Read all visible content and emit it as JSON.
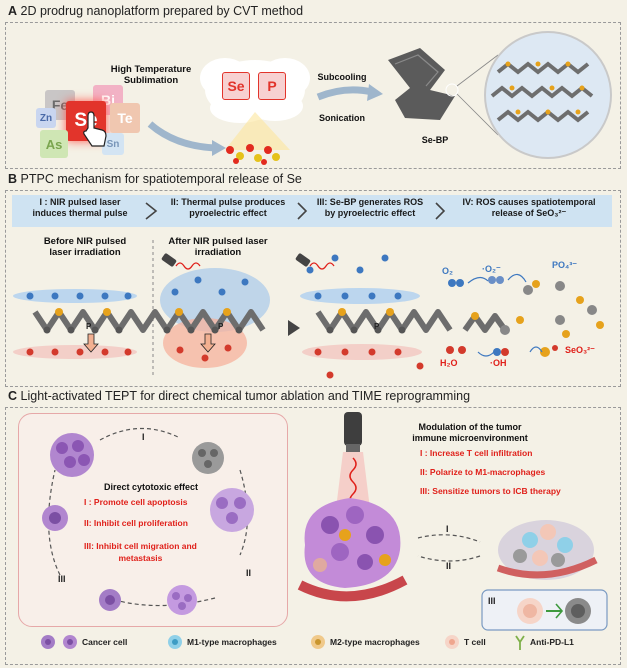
{
  "panel_a": {
    "title_letter": "A",
    "title": "2D prodrug nanoplatform prepared by CVT method",
    "sublimation": "High Temperature\nSublimation",
    "elements": [
      "Fe",
      "Bi",
      "Zn",
      "Se",
      "Te",
      "As",
      "Sn"
    ],
    "cloud_elements": [
      "Se",
      "P"
    ],
    "subcooling": "Subcooling",
    "sonication": "Sonication",
    "product": "Se-BP"
  },
  "panel_b": {
    "title_letter": "B",
    "title": "PTPC mechanism for spatiotemporal release of Se",
    "steps": [
      "I : NIR pulsed laser\ninduces thermal pulse",
      "II: Thermal pulse produces\npyroelectric effect",
      "III: Se-BP generates ROS\nby pyroelectric effect",
      "IV:  ROS causes spatiotemporal\nrelease of SeO₃²⁻"
    ],
    "before": "Before NIR pulsed\nlaser irradiation",
    "after": "After NIR pulsed laser\nirradiation",
    "atom_p": "P",
    "species": {
      "o2": "O₂",
      "superoxide": "·O₂⁻",
      "po4": "PO₄³⁻",
      "h2o": "H₂O",
      "oh": "·OH",
      "seo3": "SeO₃²⁻"
    }
  },
  "panel_c": {
    "title_letter": "C",
    "title": "Light-activated TEPT for direct chemical tumor ablation and TIME reprogramming",
    "cytotoxic_title": "Direct cytotoxic effect",
    "cytotoxic_items": [
      "I : Promote cell apoptosis",
      "II: Inhibit cell proliferation",
      "III: Inhibit cell migration and\nmetastasis"
    ],
    "cycle_labels": [
      "I",
      "II",
      "III"
    ],
    "immune_title": "Modulation of the tumor\nimmune microenvironment",
    "immune_items": [
      "I : Increase T cell infiltration",
      "II: Polarize to M1-macrophages",
      "III: Sensitize tumors to ICB therapy"
    ],
    "arrow_labels": [
      "I",
      "II"
    ],
    "inset_label": "III"
  },
  "legend": [
    "Cancer cell",
    "M1-type macrophages",
    "M2-type macrophages",
    "T cell",
    "Anti-PD-L1"
  ],
  "colors": {
    "background": "#f4f1e6",
    "accent_red": "#e0201a",
    "step_band": "#cfe3f2",
    "laser": "#e0201a",
    "cancer_cell": "#a37cc6"
  }
}
